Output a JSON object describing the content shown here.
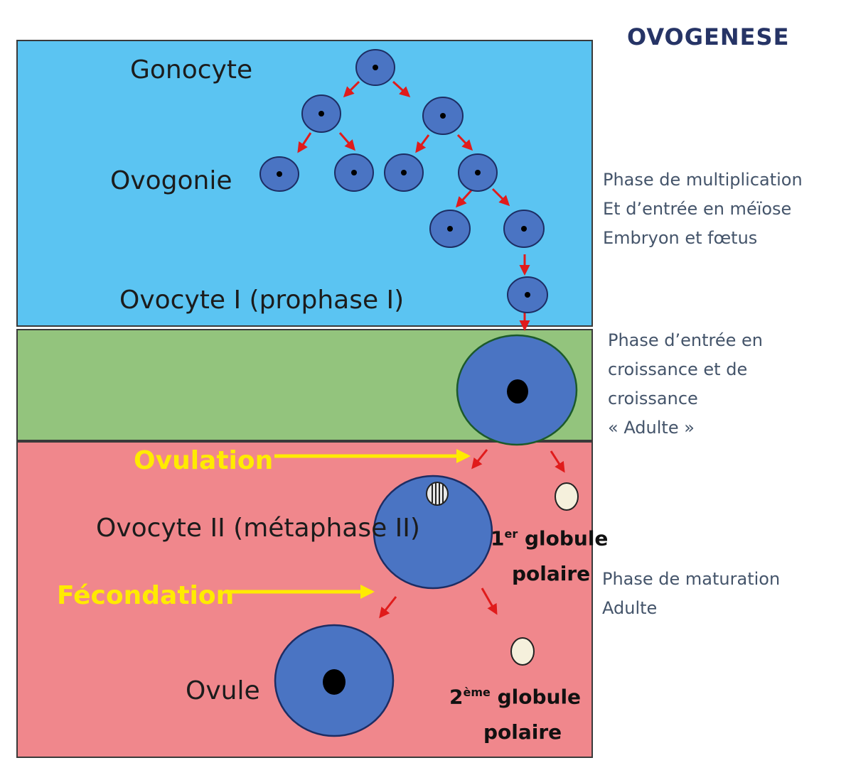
{
  "title": "OVOGENESE",
  "stages": {
    "gonocyte": "Gonocyte",
    "ovogonie": "Ovogonie",
    "ovocyte1": "Ovocyte I (prophase I)",
    "ovocyte2": "Ovocyte II (métaphase II)",
    "ovule": "Ovule"
  },
  "events": {
    "ovulation": "Ovulation",
    "fecondation": "Fécondation"
  },
  "polar_bodies": {
    "first_prefix": "1",
    "first_sup": "er",
    "first_word": "globule",
    "first_line2": "polaire",
    "second_prefix": "2",
    "second_sup": "ème",
    "second_word": "globule",
    "second_line2": "polaire"
  },
  "phases": {
    "multiplication": [
      "Phase de multiplication",
      "Et d’entrée en méïose",
      "Embryon et fœtus"
    ],
    "croissance": [
      "Phase d’entrée en",
      "croissance et de",
      "croissance",
      "« Adulte »"
    ],
    "maturation": [
      "Phase de maturation",
      "Adulte"
    ]
  },
  "colors": {
    "multiplication_zone": "#5bc4f2",
    "croissance_zone": "#93c47d",
    "maturation_zone": "#f0878c",
    "cell": "#4a74c3",
    "arrow_red": "#e01b1b",
    "arrow_yellow": "#ffeb00"
  }
}
